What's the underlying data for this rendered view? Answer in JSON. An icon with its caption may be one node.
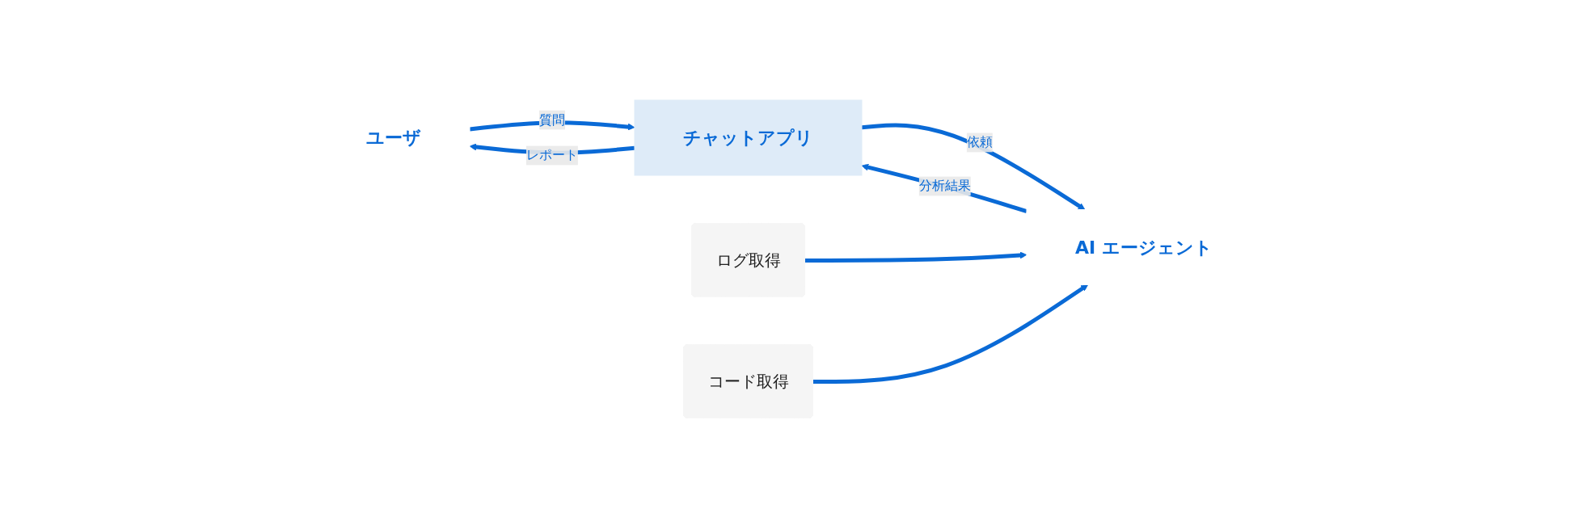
{
  "diagram": {
    "nodes": [
      {
        "text": [
          "ユーザ"
        ]
      },
      {
        "text": [
          "チャットアプリ"
        ]
      },
      {
        "text": [
          "AI エージェント"
        ]
      },
      {
        "text": [
          "ログ取得"
        ]
      },
      {
        "text": [
          "コード取得"
        ]
      }
    ],
    "edges": [
      {
        "from": 0,
        "to": 1,
        "arrow": "to",
        "label": "質問"
      },
      {
        "from": 1,
        "to": 0,
        "arrow": "to",
        "label": "レポート"
      },
      {
        "from": 1,
        "to": 2,
        "arrow": "to",
        "label": "依頼"
      },
      {
        "from": 2,
        "to": 1,
        "arrow": "to",
        "label": "分析結果"
      },
      {
        "from": 3,
        "to": 2,
        "arrow": "to"
      },
      {
        "from": 4,
        "to": 2,
        "arrow": "to"
      }
    ]
  }
}
